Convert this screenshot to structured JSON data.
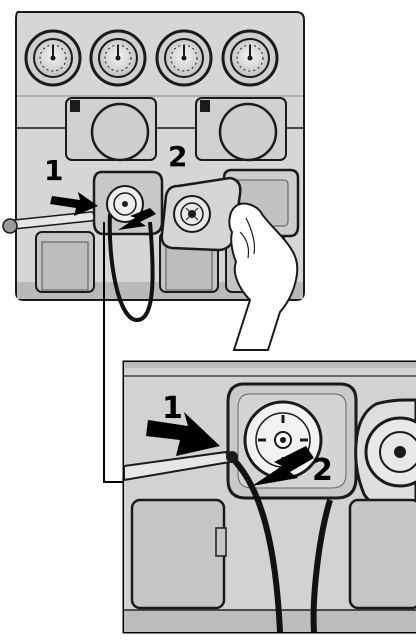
{
  "callouts": {
    "top_label_1": "1",
    "top_label_2": "2",
    "detail_label_1": "1",
    "detail_label_2": "2"
  },
  "colors": {
    "panel_gray": "#d4d4d4",
    "panel_dark": "#b5b5b5",
    "outline": "#1a1a1a",
    "screwdriver_shaft": "#e6e6e6",
    "screwdriver_handle": "#9a9a9a",
    "cable": "#111111"
  },
  "icons": {
    "gauge": "pressure-gauge-icon",
    "connector": "round-connector-icon",
    "screwdriver": "screwdriver-icon",
    "hand": "hand-icon",
    "arrow": "black-arrow-icon"
  }
}
